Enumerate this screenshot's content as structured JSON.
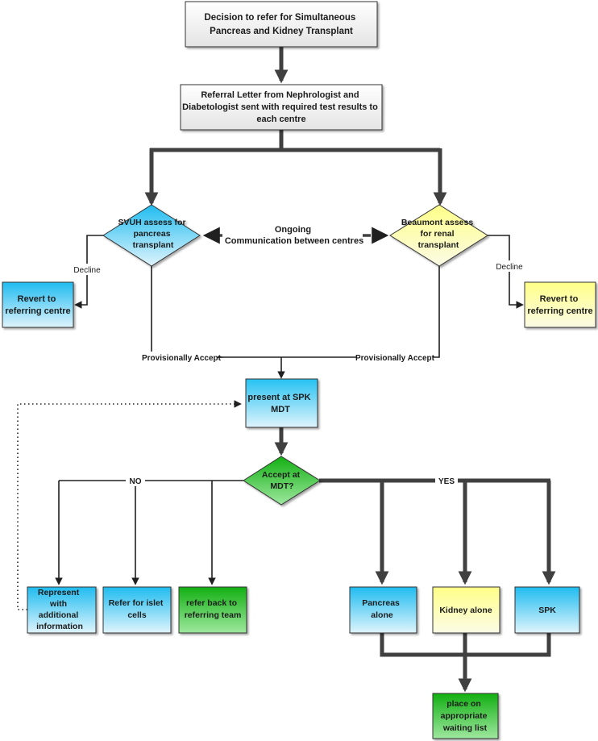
{
  "nodes": {
    "decision": [
      "Decision to refer for Simultaneous",
      "Pancreas and Kidney Transplant"
    ],
    "referral_letter": [
      "Referral Letter from Nephrologist and",
      "Diabetologist sent with required test results to",
      "each centre"
    ],
    "svuh_assess": [
      "SVUH assess for",
      "pancreas",
      "transplant"
    ],
    "beaumont_assess": [
      "Beaumont assess",
      "for renal",
      "transplant"
    ],
    "revert_left": [
      "Revert to",
      "referring centre"
    ],
    "revert_right": [
      "Revert to",
      "referring centre"
    ],
    "present_mdt": [
      "present at SPK",
      "MDT"
    ],
    "accept_mdt": [
      "Accept at",
      "MDT?"
    ],
    "represent": [
      "Represent",
      "with",
      "additional",
      "information"
    ],
    "islet": [
      "Refer for islet",
      "cells"
    ],
    "refer_back": [
      "refer back to",
      "referring team"
    ],
    "pancreas_alone": [
      "Pancreas",
      "alone"
    ],
    "kidney_alone": [
      "Kidney alone"
    ],
    "spk": [
      "SPK"
    ],
    "waiting_list": [
      "place on",
      "appropriate",
      "waiting list"
    ]
  },
  "labels": {
    "ongoing": [
      "Ongoing",
      "Communication between centres"
    ],
    "decline_left": "Decline",
    "decline_right": "Decline",
    "prov_accept_left": "Provisionally Accept",
    "prov_accept_right": "Provisionally Accept",
    "no": "NO",
    "yes": "YES"
  },
  "colors": {
    "blue": "#26c0f0",
    "blue_light": "#d8f2fc",
    "yellow": "#ffff99",
    "yellow_light": "#fcfce0",
    "green": "#18b818",
    "green_light": "#a8eea8",
    "grey_box": "#f0f0f0",
    "line": "#404040"
  }
}
